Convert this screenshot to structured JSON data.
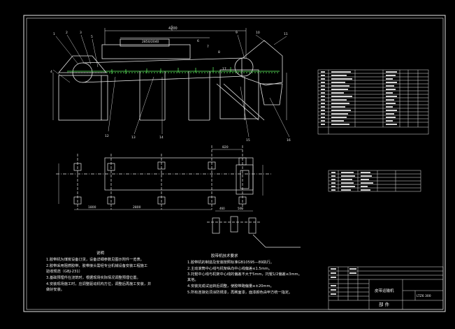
{
  "drawing": {
    "title_block": {
      "part_name": "皮带运输机",
      "label_parts": "部 件",
      "drawing_no": "LTZ6 300"
    },
    "elevation": {
      "overall_dim": "4200",
      "mid_dim": "2850/2040",
      "callouts": [
        "1",
        "2",
        "3",
        "4",
        "5",
        "6",
        "7",
        "8",
        "9",
        "10",
        "11",
        "12",
        "13",
        "14",
        "15",
        "16",
        "17"
      ]
    },
    "plan": {
      "dims": [
        "1800",
        "2800",
        "820",
        "460",
        "500"
      ]
    },
    "tech_notes_left": {
      "heading": "说明",
      "lines": [
        "1.胶带机为煤炭设备订货，设备详细参数见图示附件一览表。",
        "2.胶带采用阻燃胶带，胶带接头需经专业机械设备安装工程施工",
        "  验收规范（GBJ-231）",
        "3.基础预埋件在浇筑时，根据现场实际情况调整预埋位置。",
        "4.安装现场施工时，应调整驱动机构方位，调整后再施工安装，并",
        "  做好安装。"
      ]
    },
    "tech_notes_right": {
      "heading": "胶带机技术要求",
      "lines": [
        "1.胶带机的制造及安装按照标准GB10595—89执行。",
        "2.主动滚筒中心线与机架纵向中心线偏差≤1.5mm。",
        "3.托辊中心线与机架中心线的偏差不大于5mm，托辊1/2偏差≤3mm。",
        "  其他。",
        "4.安装完成试运转后调整，使胶带跑偏量≤±20mm。",
        "5.所有连接处须涂防锈漆，再刷面漆，面漆颜色由甲方统一指定。"
      ]
    },
    "parts_table_rows": 16,
    "small_table_rows": 6
  }
}
